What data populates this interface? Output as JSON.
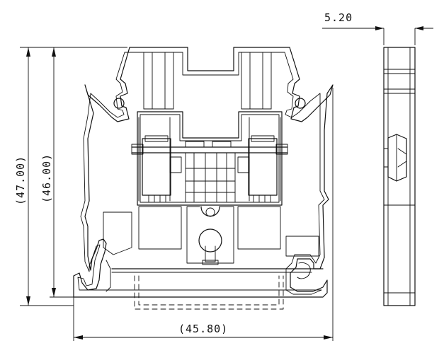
{
  "dimensions": {
    "width_side": "5.20",
    "height_total": "(47.00)",
    "height_body": "(46.00)",
    "width_total": "(45.80)"
  }
}
